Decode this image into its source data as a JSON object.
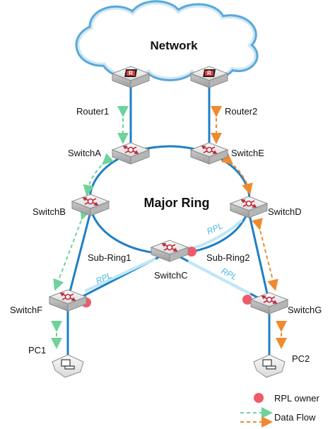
{
  "diagram": {
    "network_label": "Network",
    "ring_label": "Major Ring",
    "subring1_label": "Sub-Ring1",
    "subring2_label": "Sub-Ring2",
    "rpl_label": "RPL",
    "devices": {
      "router1": "Router1",
      "router2": "Router2",
      "switchA": "SwitchA",
      "switchB": "SwitchB",
      "switchC": "SwitchC",
      "switchD": "SwitchD",
      "switchE": "SwitchE",
      "switchF": "SwitchF",
      "switchG": "SwitchG",
      "pc1": "PC1",
      "pc2": "PC2"
    },
    "legend": {
      "rpl_owner": "RPL owner",
      "data_flow": "Data Flow"
    },
    "colors": {
      "link": "#1e7fc6",
      "cloud_stroke": "#5aa8d8",
      "rpl_owner": "#f05a6a",
      "flow_green": "#6ed29a",
      "flow_orange": "#ef8a2e",
      "rpl_highlight": "#bfe7f6"
    }
  }
}
